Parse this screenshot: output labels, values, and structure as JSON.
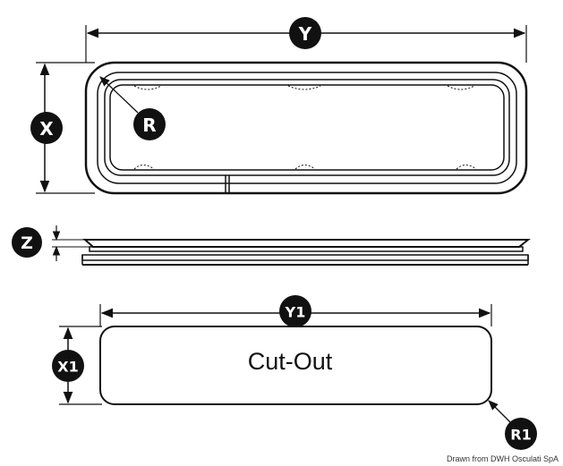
{
  "labels": {
    "y": "Y",
    "x": "X",
    "r": "R",
    "z": "Z",
    "y1": "Y1",
    "x1": "X1",
    "r1": "R1"
  },
  "cutout_text": "Cut-Out",
  "credit": "Drawn from DWH Osculati SpA",
  "colors": {
    "line": "#111111",
    "badge": "#111111",
    "background": "#ffffff"
  }
}
